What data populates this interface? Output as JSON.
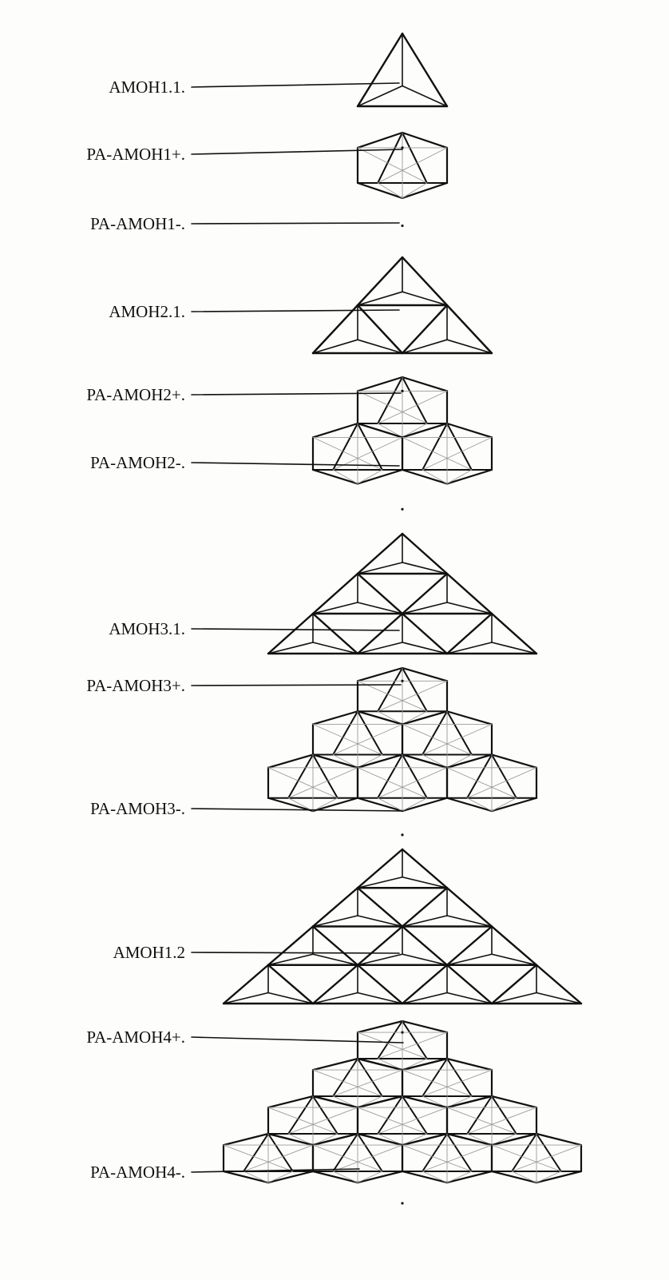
{
  "diagram": {
    "labels": [
      "AMOH1.1.",
      "PA-AMOH1+.",
      "PA-AMOH1-.",
      "AMOH2.1.",
      "PA-AMOH2+.",
      "PA-AMOH2-.",
      "AMOH3.1.",
      "PA-AMOH3+.",
      "PA-AMOH3-.",
      "AMOH1.2",
      "PA-AMOH4+.",
      "PA-AMOH4-."
    ],
    "figures": [
      {
        "kind": "tri",
        "level": 1
      },
      {
        "kind": "hex",
        "level": 1
      },
      {
        "kind": "tri",
        "level": 2
      },
      {
        "kind": "hex",
        "level": 2
      },
      {
        "kind": "tri",
        "level": 3
      },
      {
        "kind": "hex",
        "level": 3
      },
      {
        "kind": "tri",
        "level": 4
      },
      {
        "kind": "hex",
        "level": 4
      }
    ],
    "colors": {
      "ink": "#111111",
      "grid": "#9a9a9a",
      "paper": "#fdfdfb"
    }
  }
}
